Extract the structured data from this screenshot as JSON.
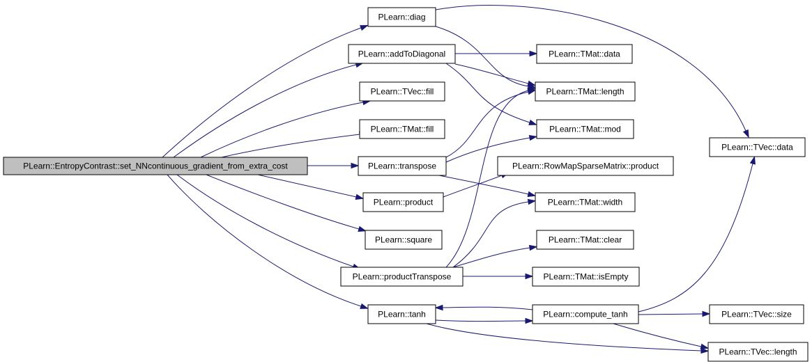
{
  "colors": {
    "edge": "#191970",
    "root_fill": "#bfbfbf",
    "node_fill": "#ffffff"
  },
  "nodes": [
    {
      "id": "root",
      "label": "PLearn::EntropyContrast::set_NNcontinuous_gradient_from_extra_cost"
    },
    {
      "id": "diag",
      "label": "PLearn::diag"
    },
    {
      "id": "addToDiagonal",
      "label": "PLearn::addToDiagonal"
    },
    {
      "id": "tvec_fill",
      "label": "PLearn::TVec::fill"
    },
    {
      "id": "tmat_fill",
      "label": "PLearn::TMat::fill"
    },
    {
      "id": "transpose",
      "label": "PLearn::transpose"
    },
    {
      "id": "product",
      "label": "PLearn::product"
    },
    {
      "id": "square",
      "label": "PLearn::square"
    },
    {
      "id": "productTranspose",
      "label": "PLearn::productTranspose"
    },
    {
      "id": "tanh",
      "label": "PLearn::tanh"
    },
    {
      "id": "tmat_data",
      "label": "PLearn::TMat::data"
    },
    {
      "id": "tmat_length",
      "label": "PLearn::TMat::length"
    },
    {
      "id": "tmat_mod",
      "label": "PLearn::TMat::mod"
    },
    {
      "id": "rowmap_product",
      "label": "PLearn::RowMapSparseMatrix::product"
    },
    {
      "id": "tmat_width",
      "label": "PLearn::TMat::width"
    },
    {
      "id": "tmat_clear",
      "label": "PLearn::TMat::clear"
    },
    {
      "id": "tmat_isEmpty",
      "label": "PLearn::TMat::isEmpty"
    },
    {
      "id": "compute_tanh",
      "label": "PLearn::compute_tanh"
    },
    {
      "id": "tvec_data",
      "label": "PLearn::TVec::data"
    },
    {
      "id": "tvec_size",
      "label": "PLearn::TVec::size"
    },
    {
      "id": "tvec_length",
      "label": "PLearn::TVec::length"
    }
  ],
  "edges": [
    [
      "root",
      "diag"
    ],
    [
      "root",
      "addToDiagonal"
    ],
    [
      "root",
      "tvec_fill"
    ],
    [
      "root",
      "tmat_fill"
    ],
    [
      "root",
      "transpose"
    ],
    [
      "root",
      "product"
    ],
    [
      "root",
      "square"
    ],
    [
      "root",
      "productTranspose"
    ],
    [
      "root",
      "tanh"
    ],
    [
      "diag",
      "tvec_data"
    ],
    [
      "diag",
      "tmat_length"
    ],
    [
      "addToDiagonal",
      "tmat_data"
    ],
    [
      "addToDiagonal",
      "tmat_length"
    ],
    [
      "addToDiagonal",
      "tmat_mod"
    ],
    [
      "transpose",
      "tmat_length"
    ],
    [
      "transpose",
      "tmat_mod"
    ],
    [
      "transpose",
      "tmat_width"
    ],
    [
      "product",
      "rowmap_product"
    ],
    [
      "productTranspose",
      "tmat_length"
    ],
    [
      "productTranspose",
      "tmat_width"
    ],
    [
      "productTranspose",
      "tmat_clear"
    ],
    [
      "productTranspose",
      "tmat_isEmpty"
    ],
    [
      "tanh",
      "compute_tanh"
    ],
    [
      "tanh",
      "tvec_length"
    ],
    [
      "compute_tanh",
      "tanh"
    ],
    [
      "compute_tanh",
      "tvec_data"
    ],
    [
      "compute_tanh",
      "tvec_size"
    ],
    [
      "compute_tanh",
      "tvec_length"
    ]
  ]
}
